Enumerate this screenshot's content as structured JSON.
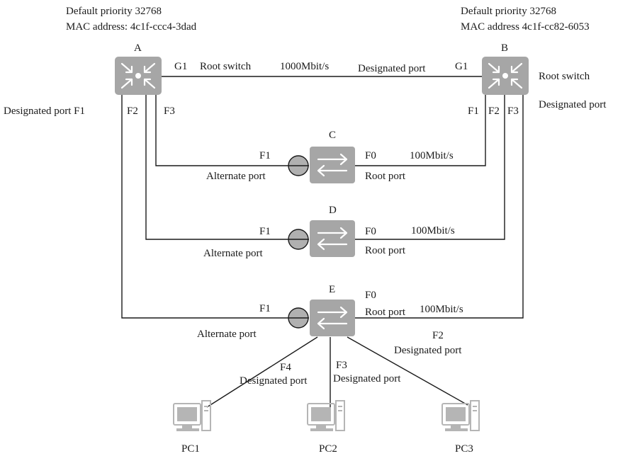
{
  "switch_a": {
    "name": "A",
    "priority": "Default priority 32768",
    "mac": "MAC address: 4c1f-ccc4-3dad"
  },
  "switch_b": {
    "name": "B",
    "priority": "Default priority 32768",
    "mac": "MAC address 4c1f-cc82-6053",
    "role": "Root switch",
    "role_port": "Designated port"
  },
  "switch_c": {
    "name": "C"
  },
  "switch_d": {
    "name": "D"
  },
  "switch_e": {
    "name": "E"
  },
  "labels": {
    "a_port_role": "Designated port F1",
    "a_f2": "F2",
    "a_f3": "F3",
    "a_g1": "G1",
    "top_link_root": "Root switch",
    "top_link_speed": "1000Mbit/s",
    "top_link_designated": "Designated port",
    "b_g1": "G1",
    "b_f1": "F1",
    "b_f2": "F2",
    "b_f3": "F3",
    "c_f1": "F1",
    "c_alt": "Alternate port",
    "c_f0": "F0",
    "c_speed": "100Mbit/s",
    "c_root": "Root port",
    "d_f1": "F1",
    "d_alt": "Alternate port",
    "d_f0": "F0",
    "d_speed": "100Mbit/s",
    "d_root": "Root port",
    "e_f1": "F1",
    "e_alt": "Alternate port",
    "e_f0": "F0",
    "e_root": "Root port",
    "e_speed": "100Mbit/s",
    "e_f2": "F2",
    "e_f2_role": "Designated port",
    "e_f3": "F3",
    "e_f3_role": "Designated port",
    "e_f4": "F4",
    "e_f4_role": "Designated port"
  },
  "pcs": [
    "PC1",
    "PC2",
    "PC3"
  ]
}
